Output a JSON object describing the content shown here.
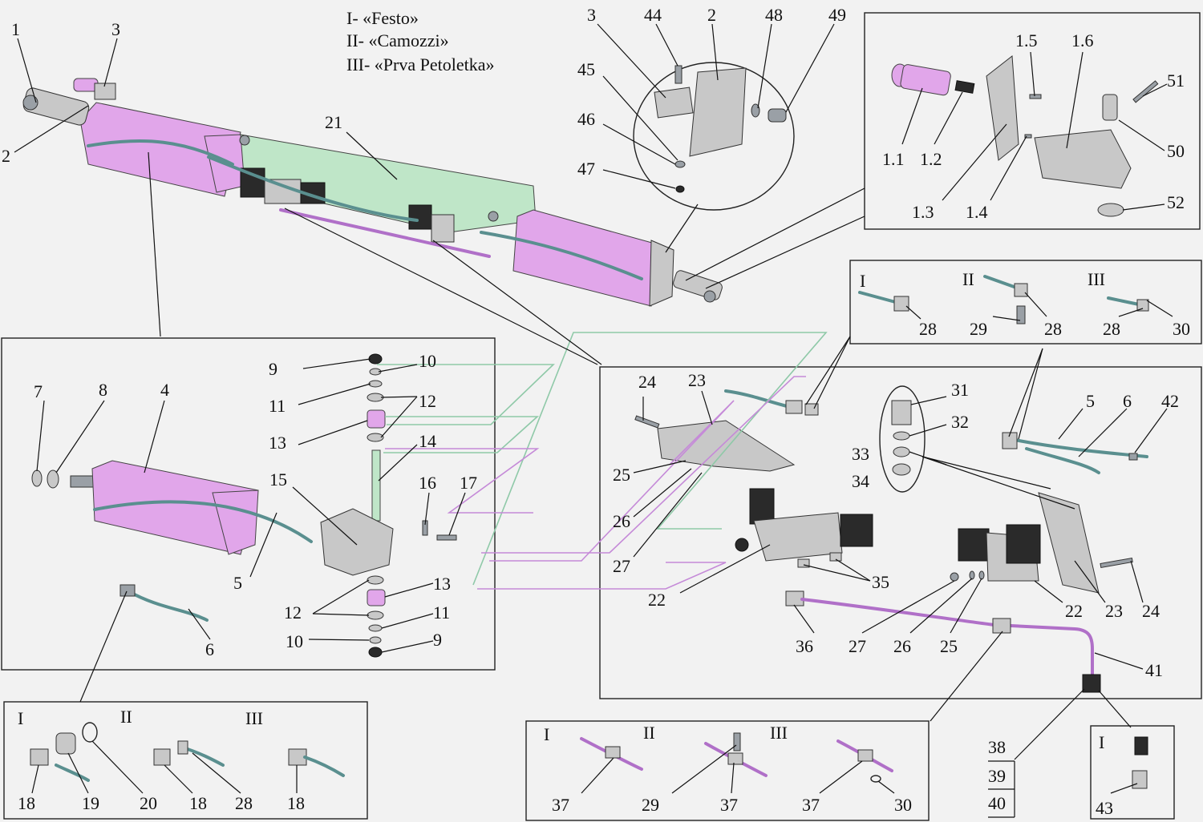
{
  "legend": [
    "I- «Festo»",
    "II- «Camozzi»",
    "III- «Prva Petoletka»"
  ],
  "panels": {
    "top_right": {
      "labels": [
        "1.1",
        "1.2",
        "1.3",
        "1.4",
        "1.5",
        "1.6",
        "51",
        "50",
        "52"
      ]
    },
    "fittings_28": {
      "variants": [
        "I",
        "II",
        "III"
      ],
      "labels": [
        "28",
        "29",
        "28",
        "28",
        "30"
      ]
    },
    "left_detail": {
      "labels": [
        "7",
        "8",
        "4",
        "9",
        "10",
        "11",
        "12",
        "13",
        "14",
        "15",
        "16",
        "17",
        "5",
        "6",
        "12",
        "13",
        "11",
        "10",
        "9"
      ]
    },
    "right_detail": {
      "labels": [
        "24",
        "23",
        "31",
        "32",
        "33",
        "34",
        "25",
        "26",
        "27",
        "35",
        "22",
        "5",
        "6",
        "42",
        "22",
        "23",
        "24",
        "36",
        "27",
        "26",
        "25",
        "41"
      ]
    },
    "bottom_left": {
      "variants": [
        "I",
        "II",
        "III"
      ],
      "labels": [
        "18",
        "19",
        "20",
        "18",
        "28",
        "18"
      ]
    },
    "bottom_mid": {
      "variants": [
        "I",
        "II",
        "III"
      ],
      "labels": [
        "37",
        "29",
        "37",
        "37",
        "30"
      ]
    },
    "bottom_right": {
      "variant": "I",
      "labels": [
        "43"
      ]
    },
    "stack": [
      "38",
      "39",
      "40"
    ]
  },
  "main": {
    "labels": [
      "1",
      "3",
      "2",
      "21",
      "3",
      "44",
      "2",
      "48",
      "49",
      "45",
      "46",
      "47",
      "1.5",
      "1.6"
    ]
  }
}
